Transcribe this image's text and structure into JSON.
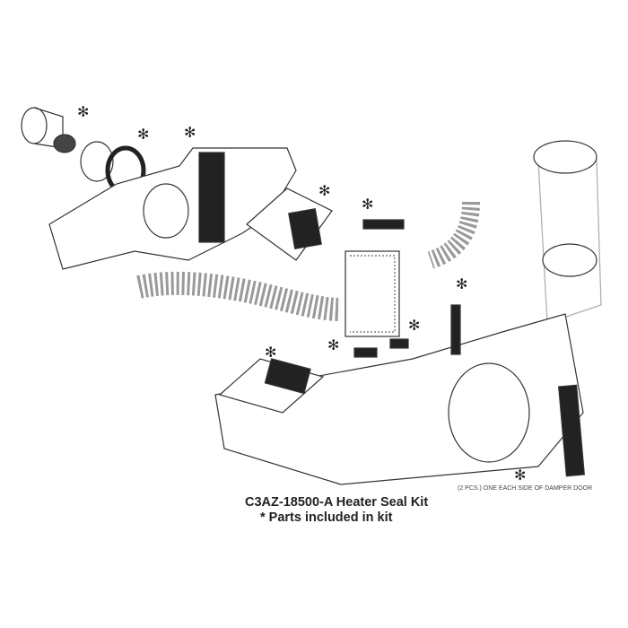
{
  "caption": {
    "part_number_title": "C3AZ-18500-A  Heater Seal Kit",
    "legend": "* Parts included in kit"
  },
  "annotations": {
    "damper_note": "(2 PCS.) ONE EACH SIDE OF DAMPER DOOR"
  },
  "colors": {
    "line": "#333333",
    "seal": "#222222",
    "background": "#ffffff"
  }
}
